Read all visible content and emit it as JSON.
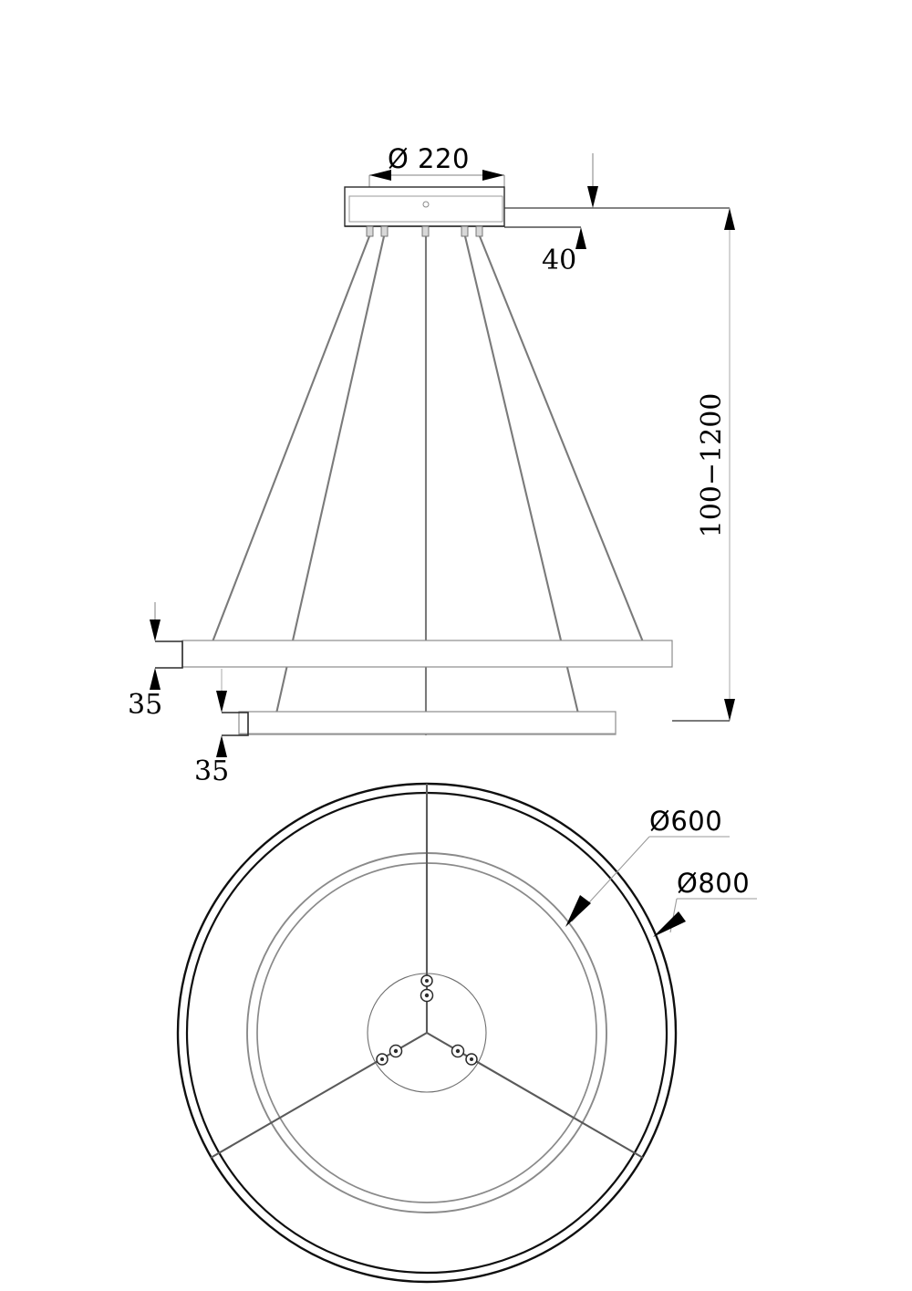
{
  "drawing": {
    "title": "Two-tier ring pendant luminaire dimensional drawing",
    "views": {
      "elevation": "front elevation",
      "plan": "bottom plan view"
    },
    "dimensions": {
      "canopy_diameter": "Ø 220",
      "canopy_height": "40",
      "suspension_range": "100−1200",
      "upper_ring_thickness": "35",
      "lower_ring_thickness": "35",
      "inner_ring_diameter": "Ø600",
      "outer_ring_diameter": "Ø800"
    },
    "colors": {
      "line": "#1a1a1a",
      "thin_line": "#808080",
      "mid_line": "#555555",
      "background": "#ffffff"
    }
  }
}
